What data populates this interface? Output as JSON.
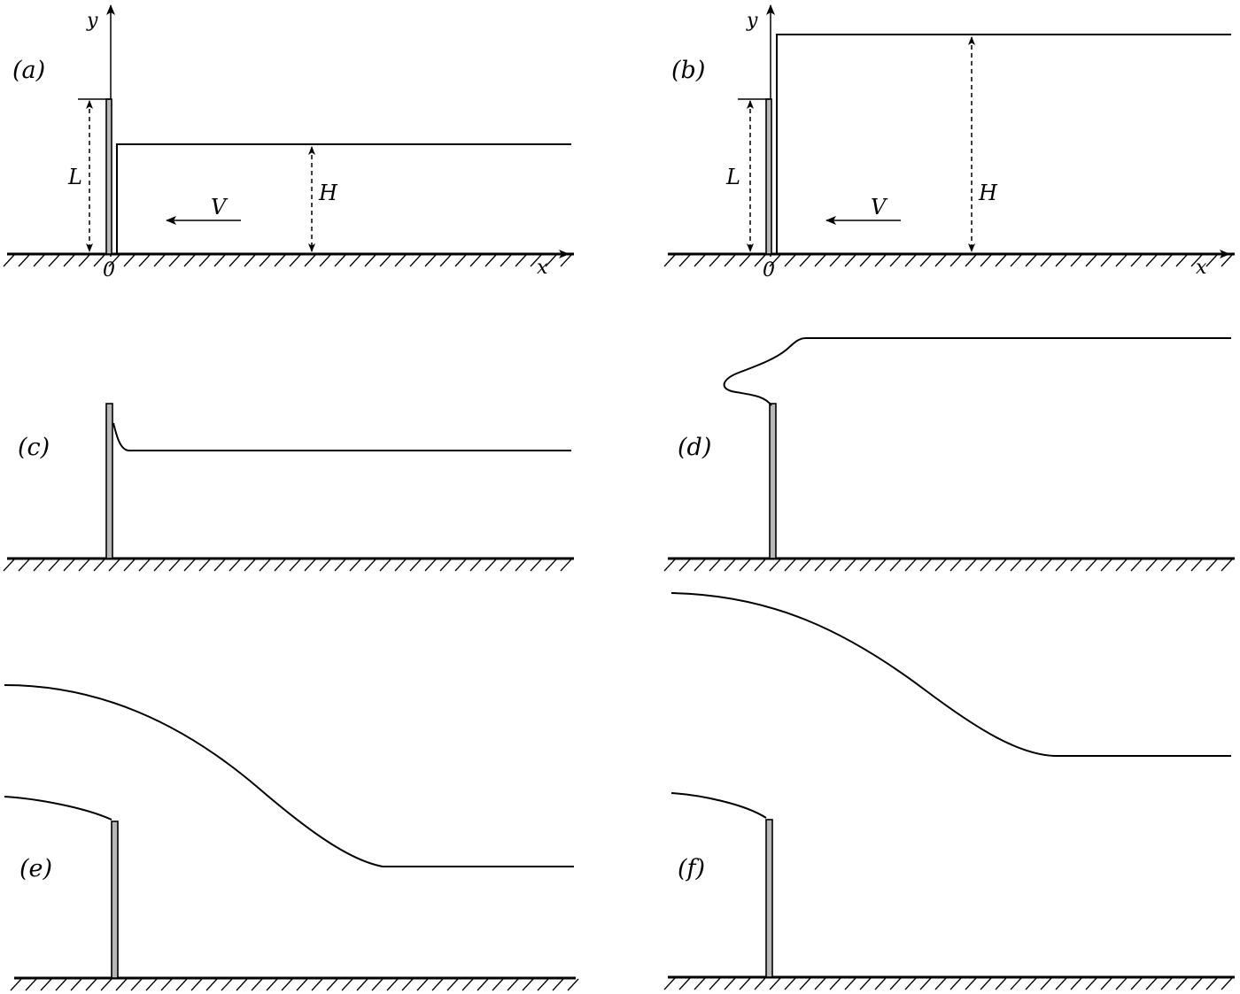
{
  "panels": [
    {
      "id": "a",
      "label": "(a)"
    },
    {
      "id": "b",
      "label": "(b)"
    },
    {
      "id": "c",
      "label": "(c)"
    },
    {
      "id": "d",
      "label": "(d)"
    },
    {
      "id": "e",
      "label": "(e)"
    },
    {
      "id": "f",
      "label": "(f)"
    }
  ],
  "axes": {
    "x": "x",
    "y": "y",
    "origin": "0"
  },
  "dimensions": {
    "plate_length": "L",
    "depth": "H",
    "velocity": "V"
  }
}
